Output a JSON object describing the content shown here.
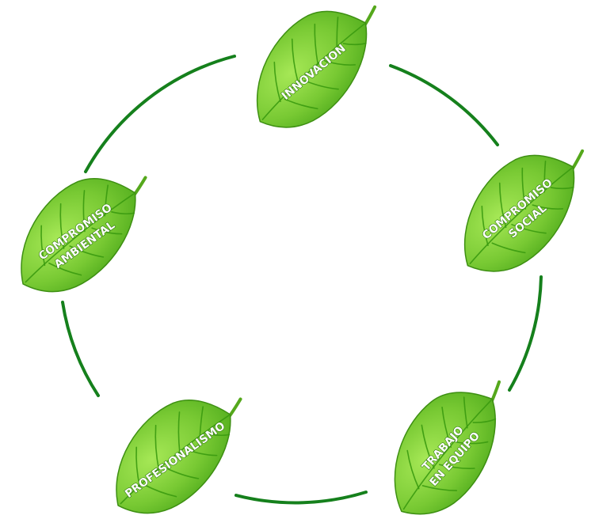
{
  "values": [
    {
      "id": "innovacion",
      "lines": [
        "INNOVACION"
      ]
    },
    {
      "id": "compromiso-social",
      "lines": [
        "COMPROMISO",
        "SOCIAL"
      ]
    },
    {
      "id": "trabajo-en-equipo",
      "lines": [
        "TRABAJO",
        "EN EQUIPO"
      ]
    },
    {
      "id": "profesionalismo",
      "lines": [
        "PROFESIONALISMO"
      ]
    },
    {
      "id": "compromiso-ambiental",
      "lines": [
        "COMPROMISO",
        "AMBIENTAL"
      ]
    }
  ],
  "colors": {
    "ring": "#15801c",
    "leaf_light": "#9be04a",
    "leaf_dark": "#46a417",
    "vein": "#3a9a10"
  },
  "icons": {
    "leaf": "leaf-icon"
  }
}
